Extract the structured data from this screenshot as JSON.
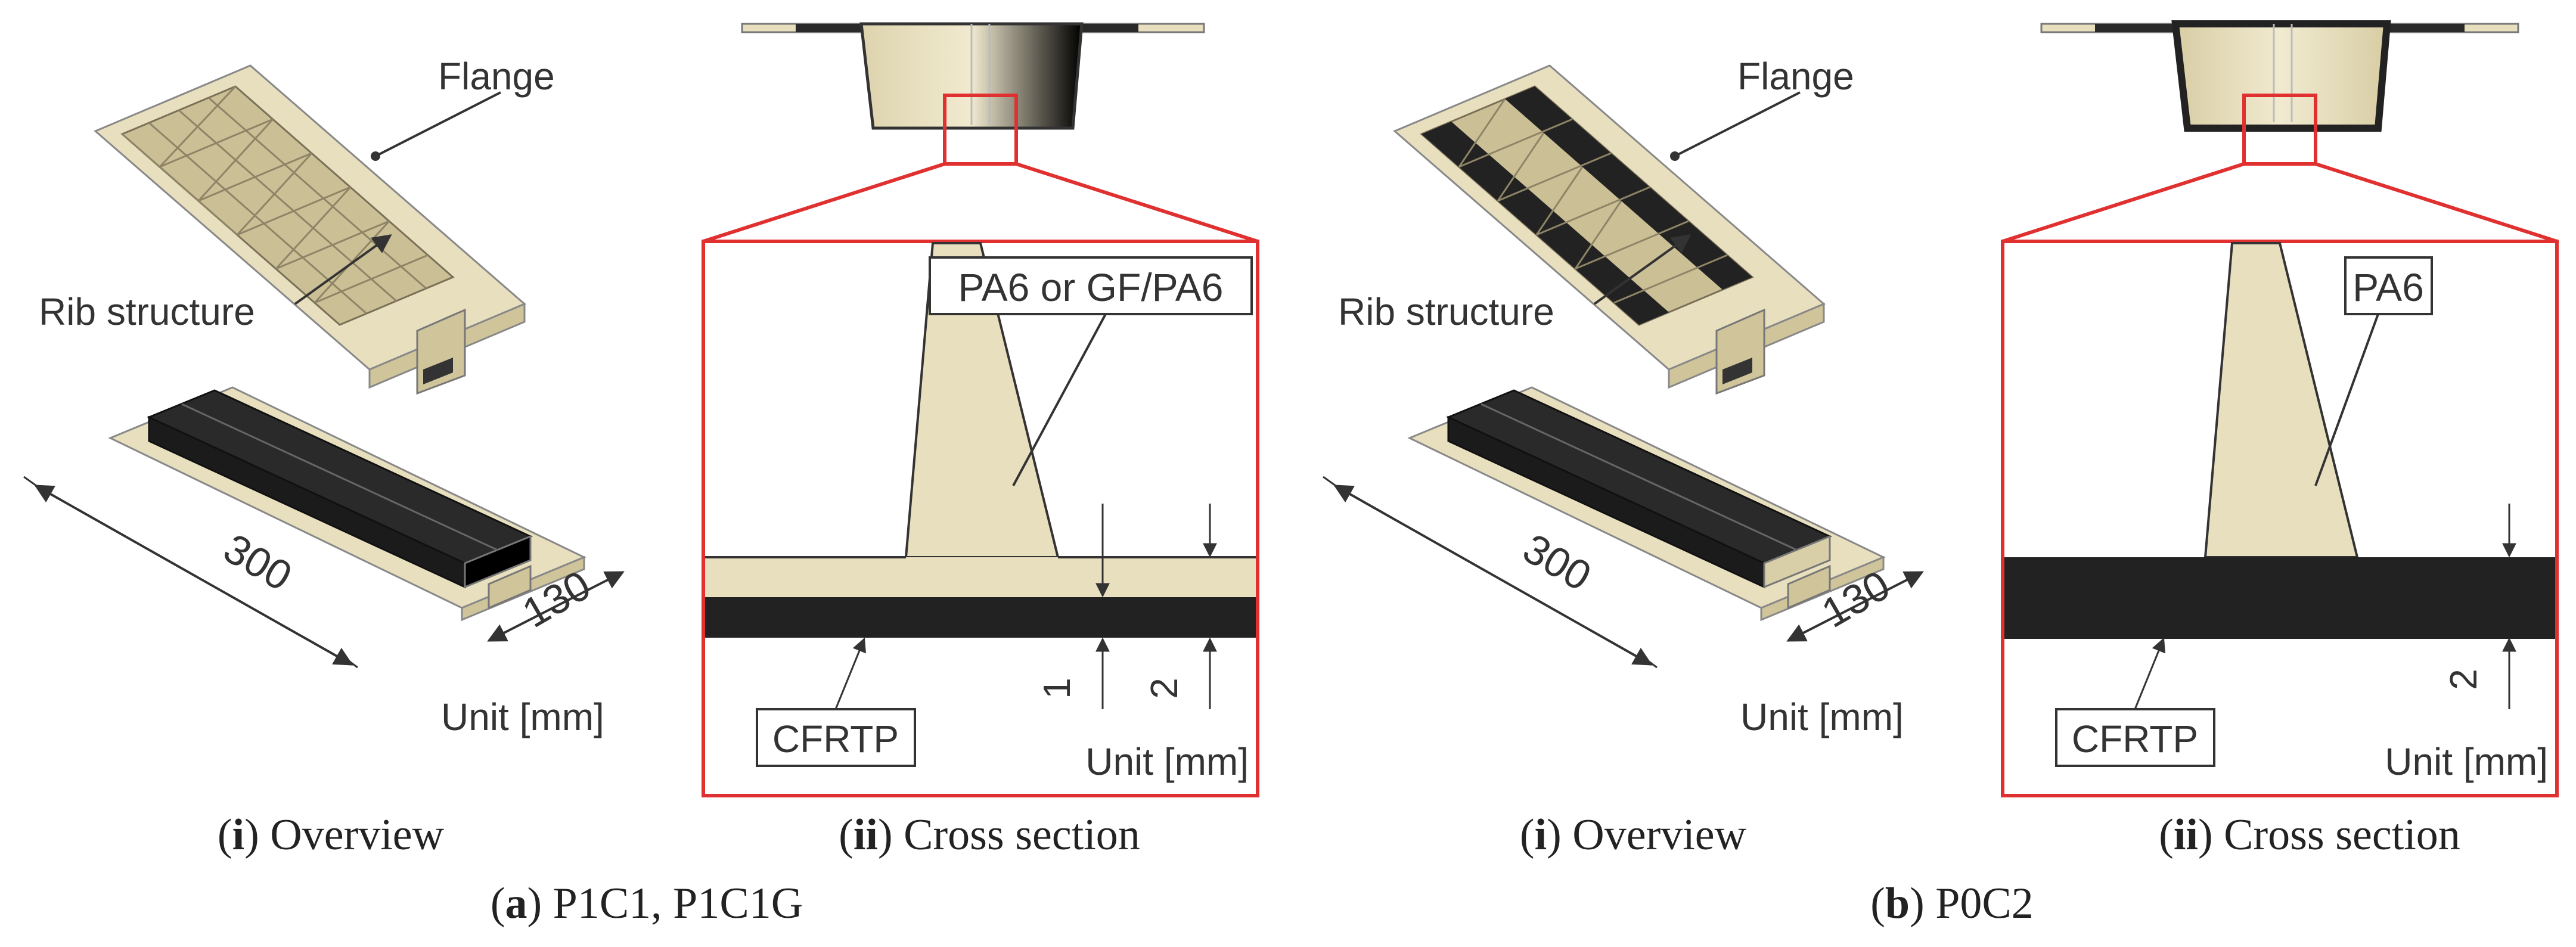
{
  "panel_a": {
    "overview": {
      "flange_label": "Flange",
      "rib_label": "Rib structure",
      "dim_length": "300",
      "dim_width": "130",
      "unit": "Unit [mm]"
    },
    "cross_section": {
      "material_label": "PA6 or GF/PA6",
      "skin_label": "CFRTP",
      "dim_rib_layer": "1",
      "dim_skin": "2",
      "unit": "Unit [mm]"
    },
    "sub_i": {
      "tag": "i",
      "text": "Overview"
    },
    "sub_ii": {
      "tag": "ii",
      "text": "Cross section"
    },
    "caption": {
      "tag": "a",
      "text": "P1C1, P1C1G"
    }
  },
  "panel_b": {
    "overview": {
      "flange_label": "Flange",
      "rib_label": "Rib structure",
      "dim_length": "300",
      "dim_width": "130",
      "unit": "Unit [mm]"
    },
    "cross_section": {
      "material_label": "PA6",
      "skin_label": "CFRTP",
      "dim_skin": "2",
      "unit": "Unit [mm]"
    },
    "sub_i": {
      "tag": "i",
      "text": "Overview"
    },
    "sub_ii": {
      "tag": "ii",
      "text": "Cross section"
    },
    "caption": {
      "tag": "b",
      "text": "P0C2"
    }
  },
  "colors": {
    "pa6_beige": "#e8dfbf",
    "rib_shade": "#c9bd93",
    "cfrtp_black": "#222222",
    "highlight_red": "#e03030",
    "line": "#333333"
  }
}
